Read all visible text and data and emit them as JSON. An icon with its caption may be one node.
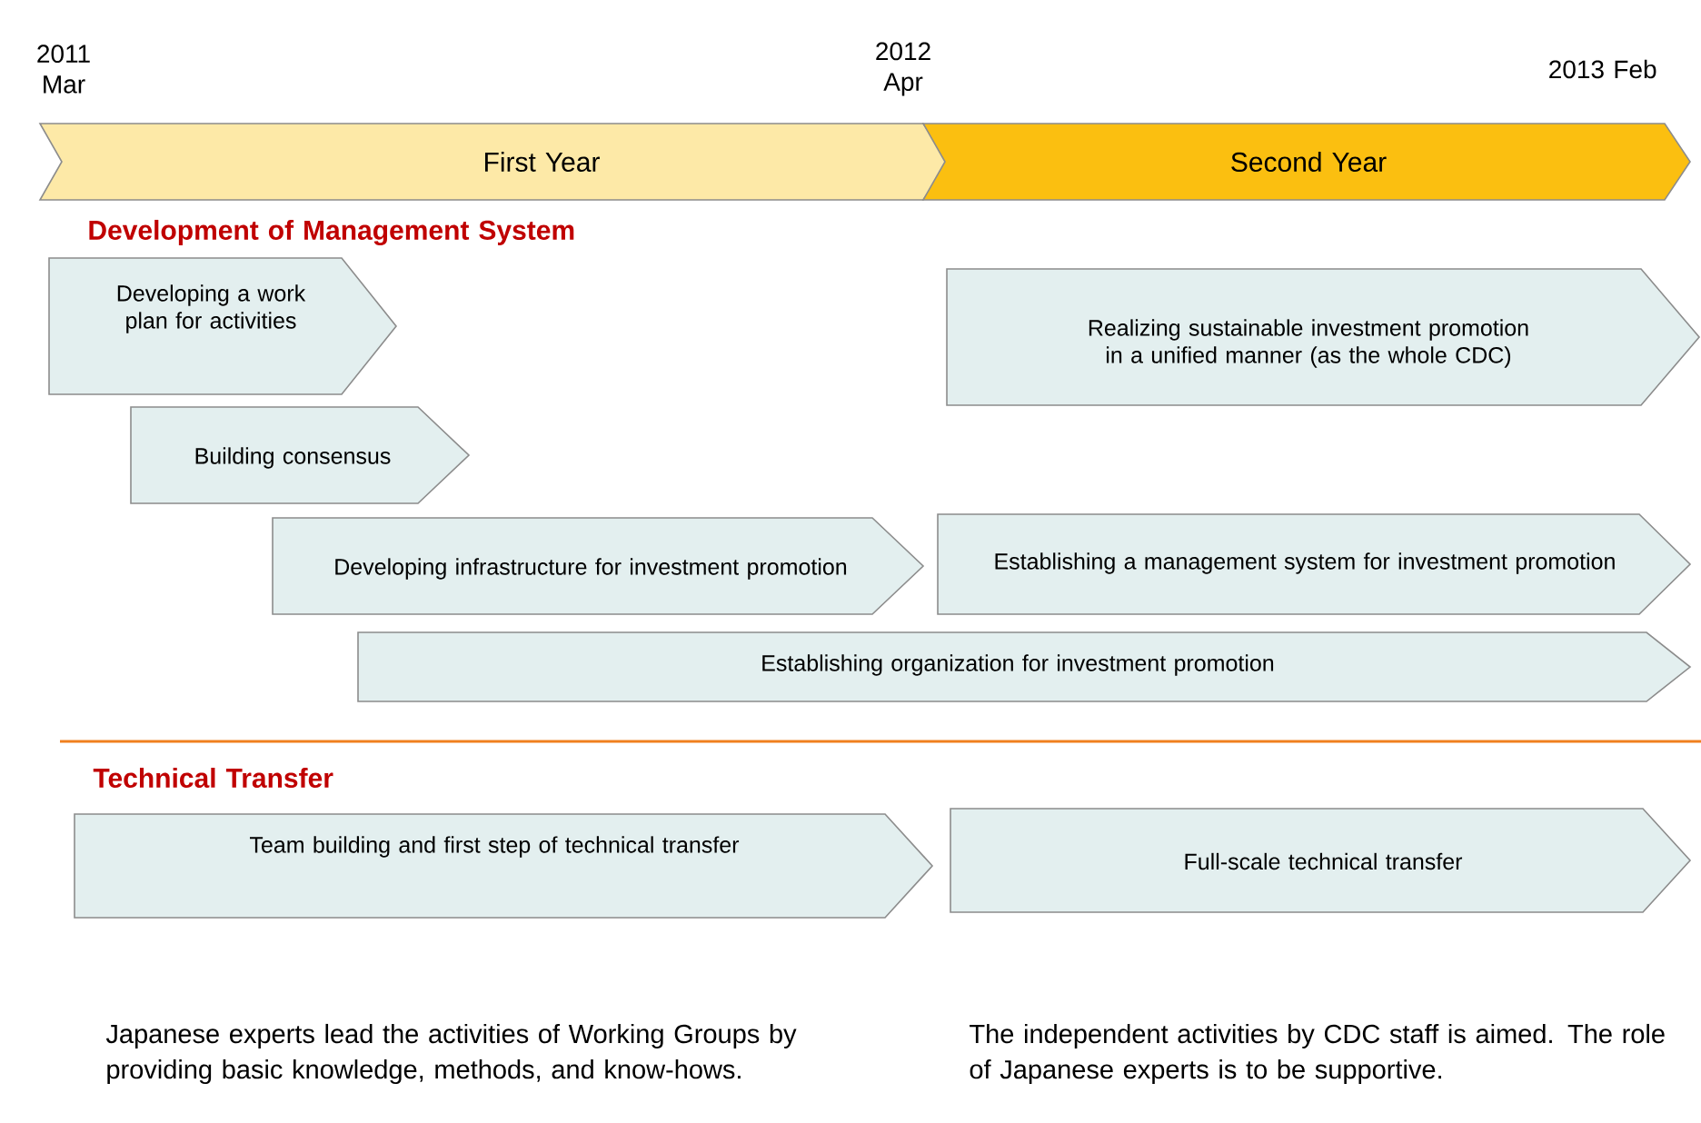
{
  "diagram": {
    "nodes": [
      {
        "text": [
          "First Year"
        ]
      },
      {
        "text": [
          "Second Year"
        ]
      },
      {
        "text": [
          "Developing a work plan for activities"
        ]
      },
      {
        "text": [
          "Realizing sustainable investment promotion in a unified manner (as the whole CDC)"
        ]
      },
      {
        "text": [
          "Building consensus"
        ]
      },
      {
        "text": [
          "Developing infrastructure for investment promotion"
        ]
      },
      {
        "text": [
          "Establishing a management system for investment promotion"
        ]
      },
      {
        "text": [
          "Establishing organization for investment promotion"
        ]
      },
      {
        "text": [
          "Team building and first step of technical transfer"
        ]
      },
      {
        "text": [
          "Full-scale technical transfer"
        ]
      }
    ],
    "labels": [
      "2011 Mar",
      "2012 Apr",
      "2013 Feb",
      "Development of Management System",
      "Technical Transfer",
      "Japanese experts lead the activities of Working Groups by providing basic knowledge, methods, and know-hows.",
      "The independent activities by CDC staff is aimed. The role of Japanese experts is to be supportive."
    ]
  }
}
